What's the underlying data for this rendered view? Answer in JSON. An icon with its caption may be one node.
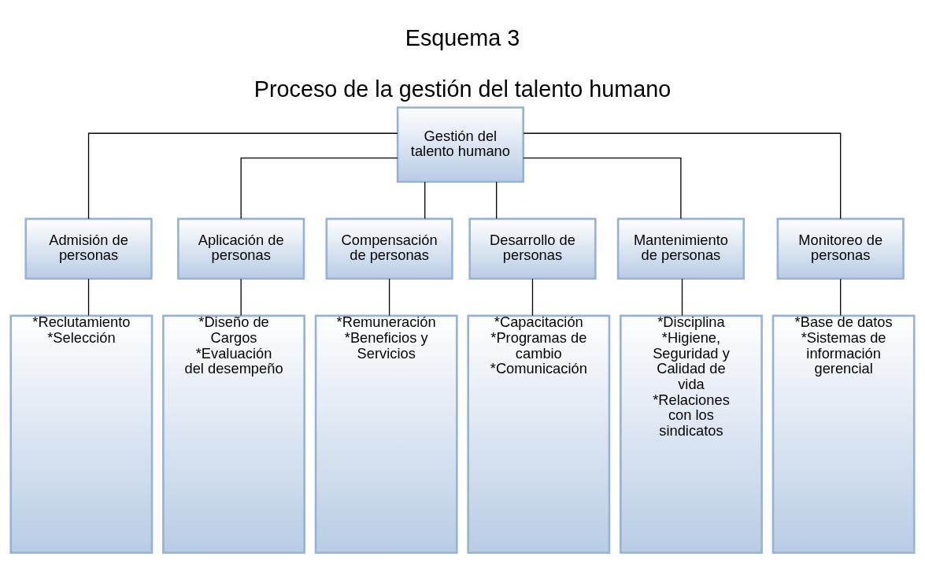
{
  "diagram": {
    "title": "Esquema 3",
    "caption": "Proceso de la gestión del talento humano",
    "nodes": [
      {
        "text": [
          "Gestión del talento humano"
        ]
      },
      {
        "text": [
          "Admisión de personas"
        ]
      },
      {
        "text": [
          "Aplicación de personas"
        ]
      },
      {
        "text": [
          "Compensación de personas"
        ]
      },
      {
        "text": [
          "Desarrollo de personas"
        ]
      },
      {
        "text": [
          "Mantenimiento de personas"
        ]
      },
      {
        "text": [
          "Monitoreo de personas"
        ]
      },
      {
        "text": [
          "*Reclutamiento",
          "*Selección"
        ]
      },
      {
        "text": [
          "*Diseño de Cargos",
          "*Evaluación del desempeño"
        ]
      },
      {
        "text": [
          "*Remuneración",
          "*Beneficios y Servicios"
        ]
      },
      {
        "text": [
          "*Capacitación",
          "*Programas de cambio",
          "*Comunicación"
        ]
      },
      {
        "text": [
          "*Disciplina",
          "*Higiene, Seguridad y Calidad de vida",
          "*Relaciones con los sindicatos"
        ]
      },
      {
        "text": [
          "*Base de datos",
          "*Sistemas de información gerencial"
        ]
      }
    ],
    "edges": [
      {
        "from": 0,
        "to": 1,
        "arrow": "none"
      },
      {
        "from": 0,
        "to": 2,
        "arrow": "none"
      },
      {
        "from": 0,
        "to": 3,
        "arrow": "none"
      },
      {
        "from": 0,
        "to": 4,
        "arrow": "none"
      },
      {
        "from": 0,
        "to": 5,
        "arrow": "none"
      },
      {
        "from": 0,
        "to": 6,
        "arrow": "none"
      },
      {
        "from": 1,
        "to": 7,
        "arrow": "none"
      },
      {
        "from": 2,
        "to": 8,
        "arrow": "none"
      },
      {
        "from": 3,
        "to": 9,
        "arrow": "none"
      },
      {
        "from": 4,
        "to": 10,
        "arrow": "none"
      },
      {
        "from": 5,
        "to": 11,
        "arrow": "none"
      },
      {
        "from": 6,
        "to": 12,
        "arrow": "none"
      }
    ]
  }
}
